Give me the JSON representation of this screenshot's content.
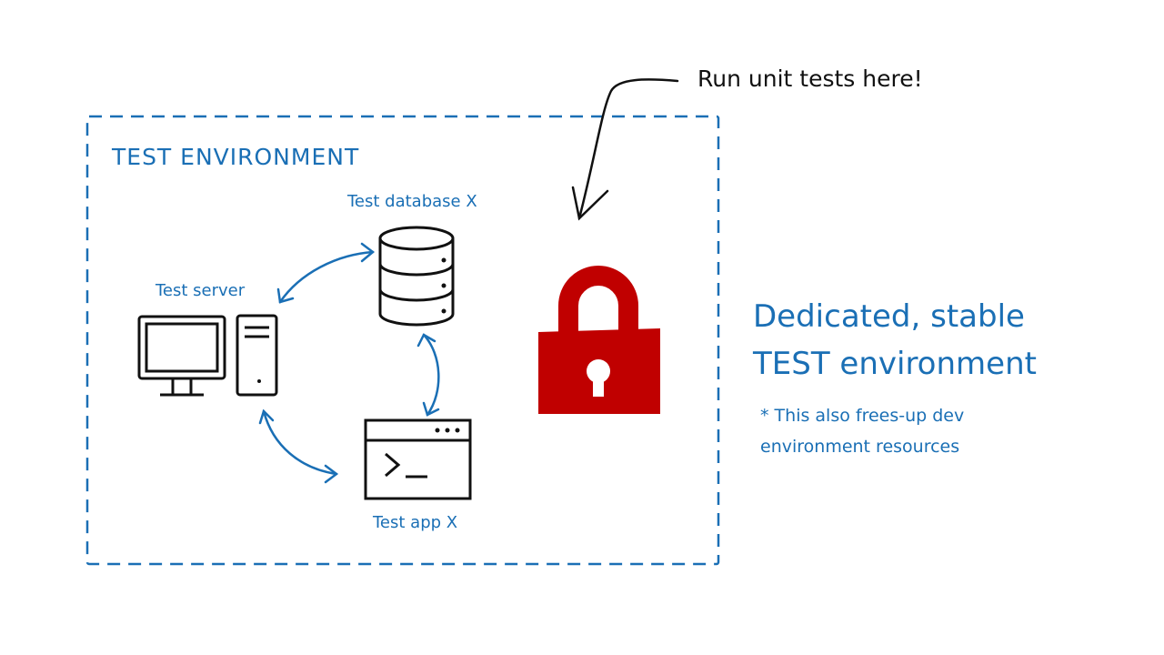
{
  "environment": {
    "title": "TEST ENVIRONMENT"
  },
  "nodes": {
    "database": {
      "label": "Test database X",
      "icon": "database-icon"
    },
    "server": {
      "label": "Test server",
      "icon": "desktop-computer-icon"
    },
    "app": {
      "label": "Test app X",
      "icon": "terminal-window-icon"
    }
  },
  "lock": {
    "icon": "padlock-icon",
    "color": "#c00000"
  },
  "callout": {
    "text": "Run unit tests here!"
  },
  "headline": {
    "line1": "Dedicated, stable",
    "line2": "TEST environment"
  },
  "note": {
    "text": "* This also frees-up dev environment resources"
  },
  "colors": {
    "accent": "#1a6fb5",
    "ink": "#111111",
    "lock": "#c00000"
  }
}
